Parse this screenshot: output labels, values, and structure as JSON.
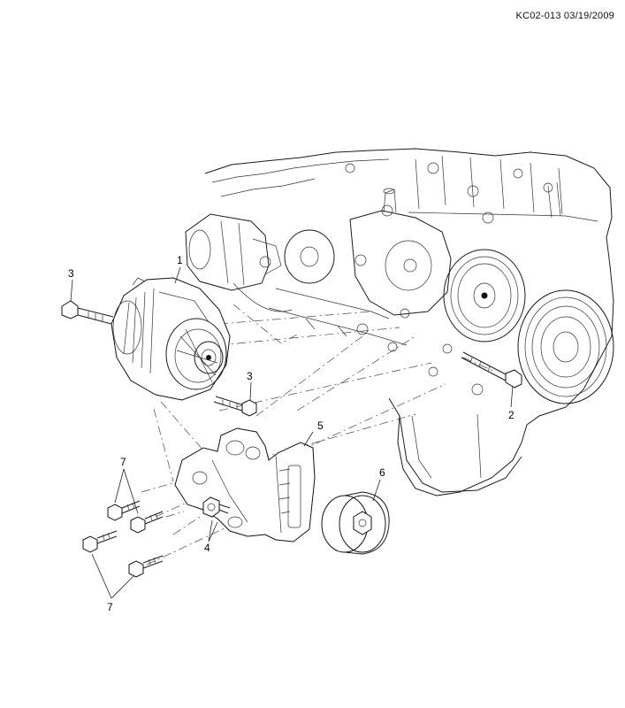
{
  "figure": {
    "doc_ref": "KC02-013 03/19/2009"
  },
  "callouts": [
    {
      "id": "c1",
      "label": "1"
    },
    {
      "id": "c2",
      "label": "2"
    },
    {
      "id": "c3a",
      "label": "3"
    },
    {
      "id": "c3b",
      "label": "3"
    },
    {
      "id": "c4",
      "label": "4"
    },
    {
      "id": "c5",
      "label": "5"
    },
    {
      "id": "c6",
      "label": "6"
    },
    {
      "id": "c7a",
      "label": "7"
    },
    {
      "id": "c7b",
      "label": "7"
    }
  ]
}
